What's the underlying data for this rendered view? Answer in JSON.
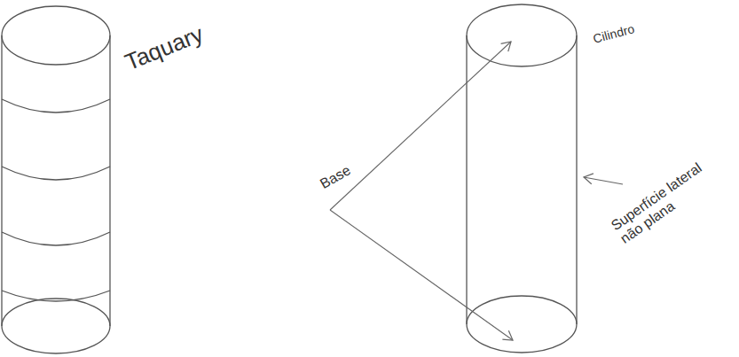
{
  "diagram": {
    "labels": [
      "Taquary",
      "Cilindro",
      "Base",
      "Superfície lateral não plana"
    ]
  }
}
